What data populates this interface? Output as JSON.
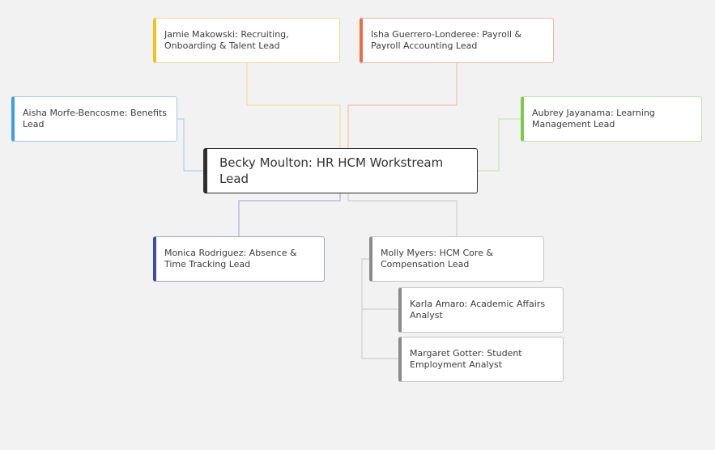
{
  "diagram": {
    "root": {
      "label": "Becky Moulton: HR HCM Workstream Lead",
      "color": "#333333"
    },
    "nodes": {
      "jamie": {
        "label": "Jamie Makowski: Recruiting, Onboarding & Talent Lead",
        "color": "#f0c419"
      },
      "isha": {
        "label": "Isha Guerrero-Londeree: Payroll & Payroll Accounting Lead",
        "color": "#f06a43"
      },
      "aisha": {
        "label": "Aisha Morfe-Bencosme: Benefits Lead",
        "color": "#3b9ee8"
      },
      "aubrey": {
        "label": "Aubrey Jayanama: Learning Management Lead",
        "color": "#7ccc4a"
      },
      "monica": {
        "label": "Monica Rodriguez: Absence & Time Tracking Lead",
        "color": "#3e4aa8"
      },
      "molly": {
        "label": "Molly Myers: HCM Core & Compensation Lead",
        "color": "#8a8a8a"
      },
      "karla": {
        "label": "Karla Amaro: Academic Affairs Analyst",
        "color": "#8a8a8a"
      },
      "margaret": {
        "label": "Margaret Gotter: Student Employment Analyst",
        "color": "#8a8a8a"
      }
    }
  }
}
